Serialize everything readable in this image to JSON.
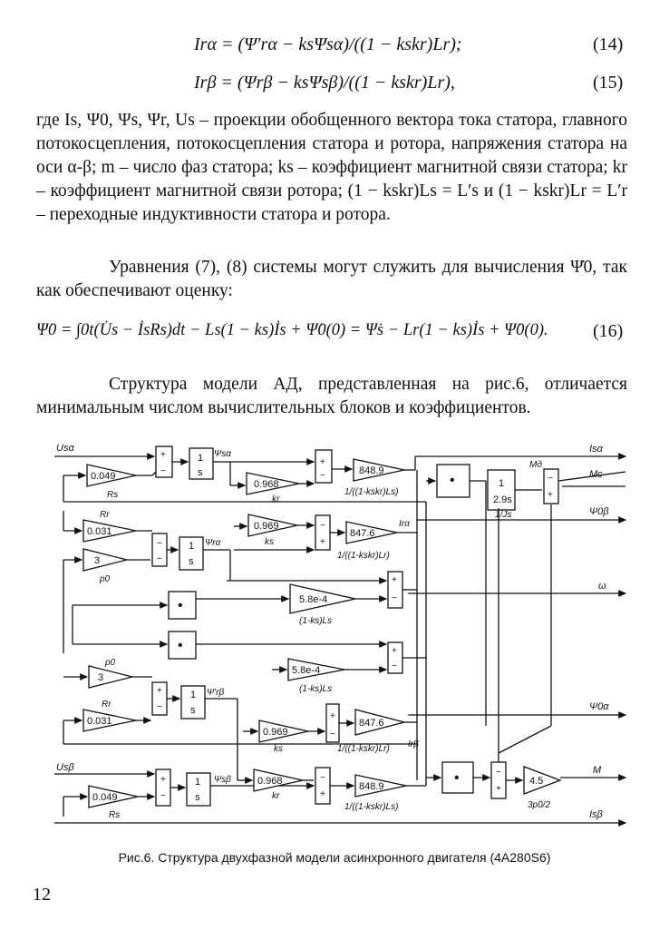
{
  "equations": {
    "eq14_text": "Irα = (Ψ′rα − ksΨsα)/((1 − kskr)Lr);",
    "eq14_num": "(14)",
    "eq15_text": "Irβ = (Ψrβ − ksΨsβ)/((1 − kskr)Lr),",
    "eq15_num": "(15)",
    "eq16_text": "Ψ̇0 = ∫0t(U̇s − İsRs)dt − Ls(1 − ks)İs + Ψ̇0(0) = Ψ̇s − Lr(1 − ks)İs + Ψ̇0(0).",
    "eq16_num": "(16)"
  },
  "paragraphs": {
    "p1": "где Is, Ψ0, Ψs, Ψr, Us – проекции обобщенного вектора тока статора, главного потокосцепления, потокосцепления статора и ротора, напряжения статора на оси α-β; m – число фаз статора; ks – коэффициент магнитной связи статора; kr – коэффициент магнитной связи ротора; (1 − kskr)Ls = L′s и (1 − kskr)Lr = L′r – переходные индуктивности статора и ротора.",
    "p2": "Уравнения (7), (8) системы могут служить для вычисления Ψ̇0, так как обеспечивают оценку:",
    "p3": "Структура модели АД, представленная на рис.6, отличается минимальным числом вычислительных блоков и коэффициентов."
  },
  "figure": {
    "caption": "Рис.6. Структура двухфазной модели асинхронного двигателя (4А280S6)",
    "inputs": {
      "usa": "Usα",
      "usb": "Usβ",
      "mc": "Mc"
    },
    "outputs": {
      "isa": "Isα",
      "psi0b": "Ψ0β",
      "omega": "ω",
      "psi0a": "Ψ0α",
      "m": "M",
      "isb": "Isβ"
    },
    "gains": {
      "rs1": "0.049",
      "kr1": "0.968",
      "k1": "848.9",
      "rr1": "0.031",
      "ks1": "0.969",
      "k2": "847.6",
      "p1": "3",
      "kl1": "5.8e-4",
      "kl2": "5.8e-4",
      "p2": "3",
      "rr2": "0.031",
      "ks2": "0.969",
      "k3": "847.6",
      "rs2": "0.049",
      "kr2": "0.968",
      "k4": "848.9",
      "out": "4.5",
      "js": "2.9s",
      "integ": "1",
      "integ_den": "s"
    },
    "labels": {
      "rs": "Rs",
      "kr": "kr",
      "ks": "ks",
      "rr": "Rr",
      "p0": "p0",
      "inv_ls": "1/((1-kskr)Ls)",
      "inv_lr": "1/((1-kskr)Lr)",
      "ksls": "(1-ks)Ls",
      "inv_js": "1/Js",
      "md": "Mд",
      "three_p": "3p0/2",
      "psa": "Ψsα",
      "psb": "Ψsβ",
      "pra": "Ψrα",
      "prb": "Ψ′rβ",
      "ira": "Irα",
      "irb": "Irβ",
      "plus": "+",
      "minus": "−",
      "dot": "•"
    }
  },
  "page_number": "12"
}
